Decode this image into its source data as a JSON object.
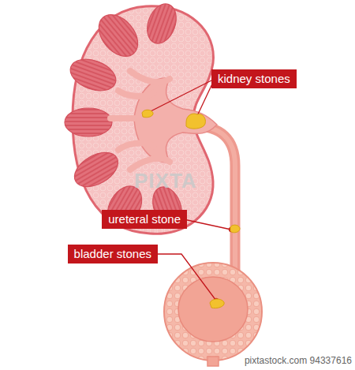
{
  "diagram": {
    "nodes": [
      {
        "text": [
          "kidney stones"
        ]
      },
      {
        "text": [
          "ureteral stone"
        ]
      },
      {
        "text": [
          "bladder stones"
        ]
      }
    ],
    "labels": [
      "PIXTA",
      "pixtastock.com 94337616"
    ]
  }
}
